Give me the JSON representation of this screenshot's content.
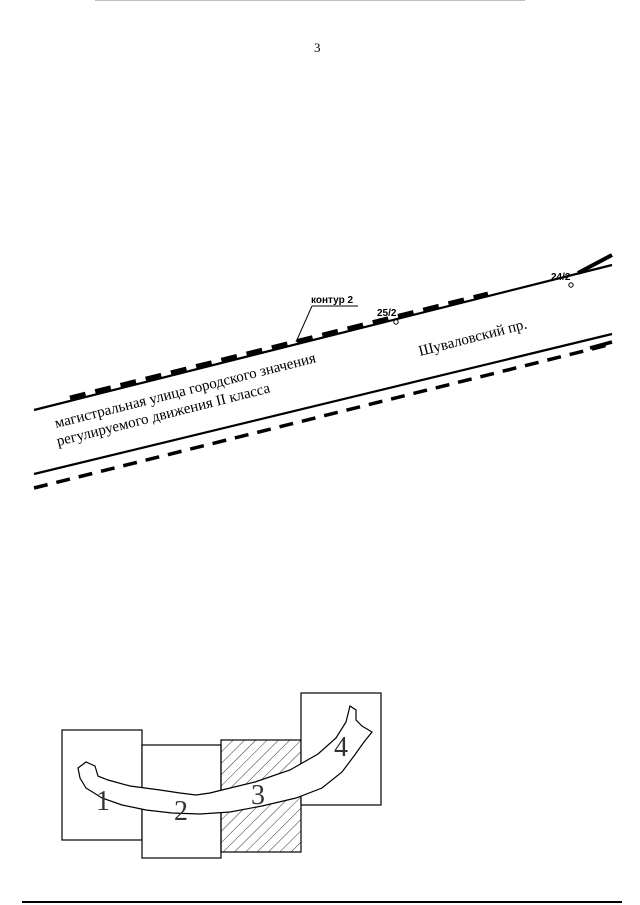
{
  "page": {
    "number": "3"
  },
  "map": {
    "contour_label": "контур 2",
    "points": [
      {
        "label": "25/2"
      },
      {
        "label": "24/2"
      }
    ],
    "street_name": "Шуваловский пр.",
    "street_class_line1": "магистральная улица городского значения",
    "street_class_line2": "регулируемого движения II класса"
  },
  "index_scheme": {
    "sheets": [
      {
        "label": "1",
        "hatched": false
      },
      {
        "label": "2",
        "hatched": false
      },
      {
        "label": "3",
        "hatched": true
      },
      {
        "label": "4",
        "hatched": false
      }
    ]
  }
}
